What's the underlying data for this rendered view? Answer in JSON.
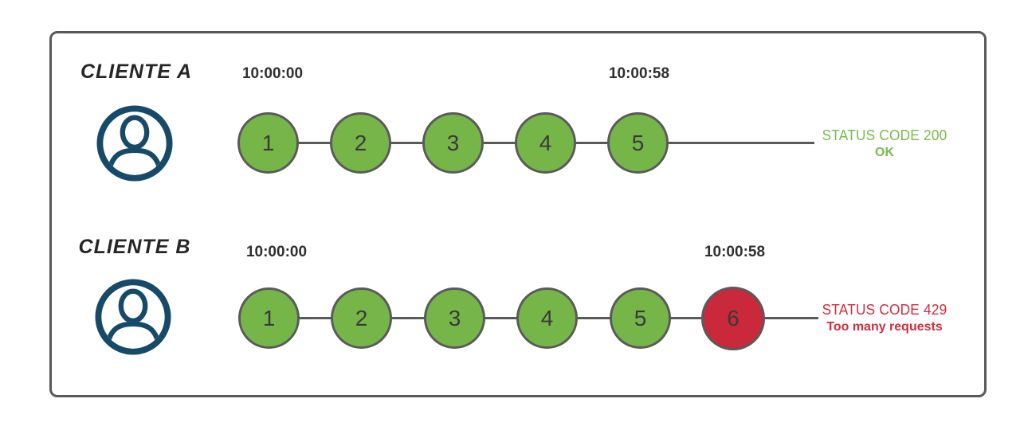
{
  "diagram": {
    "type": "rate-limiting-timeline",
    "rows": [
      {
        "label": "CLIENTE A",
        "start_time": "10:00:00",
        "end_time": "10:00:58",
        "requests": [
          {
            "n": "1",
            "state": "ok"
          },
          {
            "n": "2",
            "state": "ok"
          },
          {
            "n": "3",
            "state": "ok"
          },
          {
            "n": "4",
            "state": "ok"
          },
          {
            "n": "5",
            "state": "ok"
          }
        ],
        "status_line1": "STATUS CODE 200",
        "status_line2": "OK",
        "status_color": "#77bb4d"
      },
      {
        "label": "CLIENTE B",
        "start_time": "10:00:00",
        "end_time": "10:00:58",
        "requests": [
          {
            "n": "1",
            "state": "ok"
          },
          {
            "n": "2",
            "state": "ok"
          },
          {
            "n": "3",
            "state": "ok"
          },
          {
            "n": "4",
            "state": "ok"
          },
          {
            "n": "5",
            "state": "ok"
          },
          {
            "n": "6",
            "state": "blocked"
          }
        ],
        "status_line1": "STATUS CODE 429",
        "status_line2": "Too many requests",
        "status_color": "#d22c3c"
      }
    ],
    "colors": {
      "request_ok": "#76b649",
      "request_blocked": "#c9293a",
      "stroke_gray": "#595959",
      "avatar_navy": "#164a68",
      "timestamp_text": "#2f2f2f",
      "label_text": "#262626"
    },
    "icons": {
      "avatar": "user-avatar-icon"
    }
  }
}
